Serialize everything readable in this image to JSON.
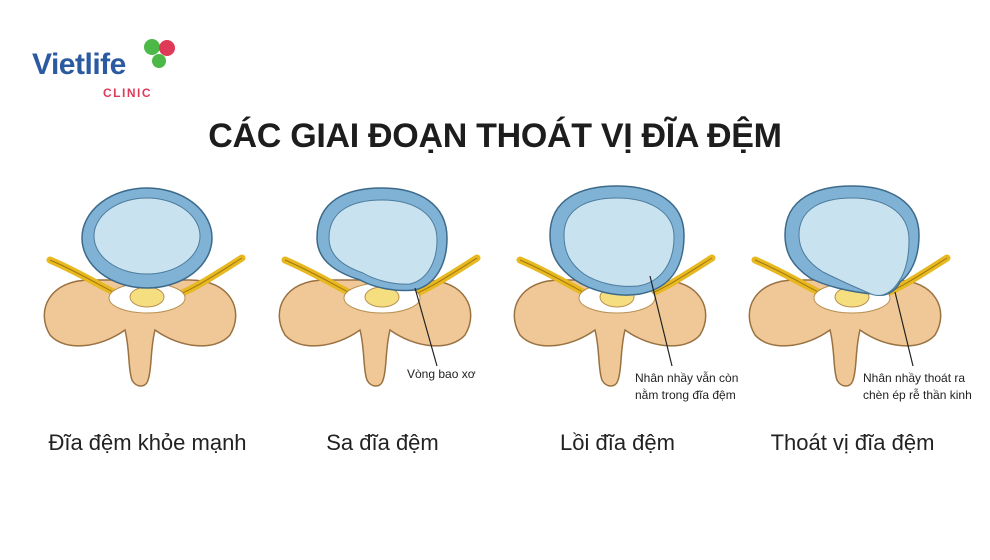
{
  "brand": {
    "name": "Vietlife",
    "sub": "CLINIC",
    "colors": {
      "blue": "#2c5aa0",
      "red": "#e03a59",
      "green": "#4cb848"
    }
  },
  "title": "CÁC GIAI ĐOẠN THOÁT VỊ ĐĨA ĐỆM",
  "colors": {
    "bone": "#f0c898",
    "bone_outline": "#9a7140",
    "disc_ring": "#7fb2d5",
    "nucleus": "#c8e2ef",
    "nerve": "#e8b820",
    "spinal_cord": "#f5de80"
  },
  "stages": [
    {
      "label": "Đĩa đệm khỏe mạnh",
      "annotation": []
    },
    {
      "label": "Sa đĩa đệm",
      "annotation": [
        "Vòng bao xơ"
      ]
    },
    {
      "label": "Lồi đĩa đệm",
      "annotation": [
        "Nhân nhầy vẫn còn",
        "nằm trong đĩa đệm"
      ]
    },
    {
      "label": "Thoát vị đĩa đệm",
      "annotation": [
        "Nhân nhầy thoát ra",
        "chèn ép rễ thần kinh"
      ]
    }
  ]
}
